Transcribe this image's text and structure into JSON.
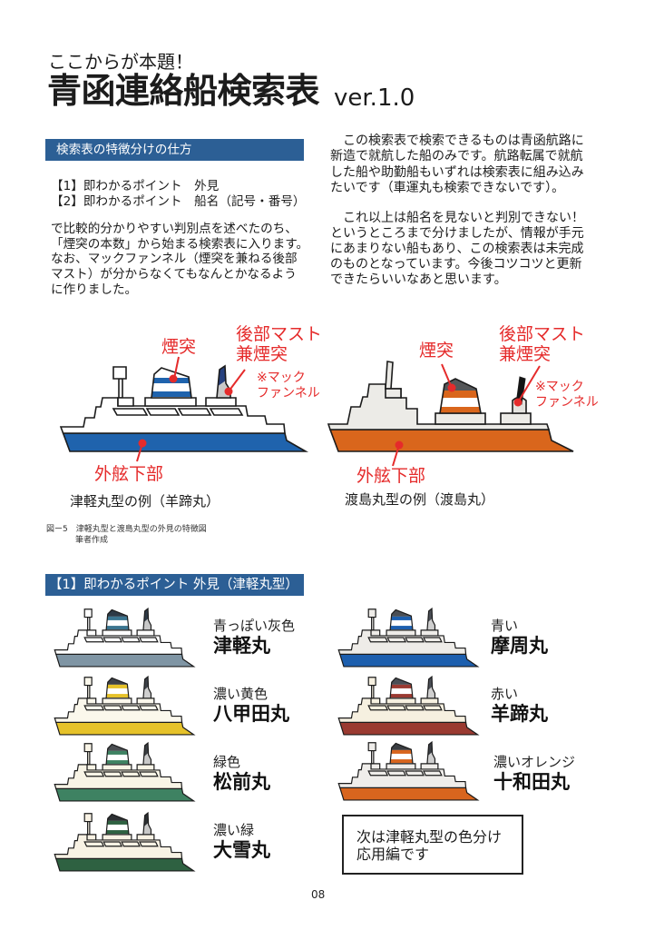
{
  "header": {
    "kicker": "ここからが本題！",
    "title": "青函連絡船検索表",
    "version": "ver.1.0"
  },
  "section1": {
    "heading": "検索表の特徴分けの仕方",
    "points": [
      "【1】即わかるポイント　外見",
      "【2】即わかるポイント　船名（記号・番号）"
    ],
    "body_lines": [
      "で比較的分かりやすい判別点を述べたのち、",
      "「煙突の本数」から始まる検索表に入ります。",
      "なお、マックファンネル（煙突を兼ねる後部",
      "マスト）が分からなくてもなんとかなるよう",
      "に作りました。"
    ]
  },
  "intro": {
    "para1_lines": [
      "　この検索表で検索できるものは青函航路に",
      "新造で就航した船のみです。航路転属で就航",
      "した船や助勤船もいずれは検索表に組み込み",
      "たいです（車運丸も検索できないです）。"
    ],
    "para2_lines": [
      "　これ以上は船名を見ないと判別できない！",
      "というところまで分けましたが、情報が手元",
      "にあまりない船もあり、この検索表は未完成",
      "のものとなっています。今後コツコツと更新",
      "できたらいいなあと思います。"
    ]
  },
  "figure": {
    "annotation_color": "#e52b2b",
    "tsugaru_example": {
      "funnel_label": "煙突",
      "mack_label_lines": [
        "後部マスト",
        "兼煙突"
      ],
      "mack_note_lines": [
        "※マック",
        "ファンネル"
      ],
      "hull_label": "外舷下部",
      "caption": "津軽丸型の例（羊蹄丸）",
      "colors": {
        "hull": "#1f63ad",
        "body": "#ffffff",
        "stripe": "#1f63ad",
        "funnel_top": "#ffffff",
        "funnel_white": "#ffffff",
        "mack_top": "#27417f",
        "mack_low": "#c9c9c9"
      }
    },
    "watarishima_example": {
      "funnel_label": "煙突",
      "mack_label_lines": [
        "後部マスト",
        "兼煙突"
      ],
      "mack_note_lines": [
        "※マック",
        "ファンネル"
      ],
      "hull_label": "外舷下部",
      "caption": "渡島丸型の例（渡島丸）",
      "colors": {
        "hull": "#d9661c",
        "body": "#ecebe7",
        "stripe": "#d9661c",
        "funnel_top": "#555759",
        "funnel_white": "#ffffff",
        "mack_pole": "#141414",
        "mack_low": "#e4e3df"
      }
    },
    "caption_lines": [
      "図ー5　津軽丸型と渡島丸型の外見の特徴図",
      "筆者作成"
    ]
  },
  "section2": {
    "heading": "【1】即わかるポイント 外見（津軽丸型）",
    "ships": [
      {
        "color_label": "青っぽい灰色",
        "name": "津軽丸",
        "colors": {
          "hull": "#7f95a4",
          "body": "#ffffff",
          "stripe": "#3b7590",
          "funnel_top": "#2e3a46",
          "funnel_white": "#ffffff",
          "mack_top": "#2e3a46",
          "mack_low": "#c8c8c8"
        }
      },
      {
        "color_label": "濃い黄色",
        "name": "八甲田丸",
        "colors": {
          "hull": "#e6c22a",
          "body": "#fbf8ec",
          "stripe": "#e6c22a",
          "funnel_top": "#3d4148",
          "funnel_white": "#ffffff",
          "mack_top": "#3d4148",
          "mack_low": "#cfcfcf"
        }
      },
      {
        "color_label": "緑色",
        "name": "松前丸",
        "colors": {
          "hull": "#3e8262",
          "body": "#f8f4e6",
          "stripe": "#3e8262",
          "funnel_top": "#4a4e52",
          "funnel_white": "#ffffff",
          "mack_top": "#3a3e42",
          "mack_low": "#c8c8c8"
        }
      },
      {
        "color_label": "濃い緑",
        "name": "大雪丸",
        "colors": {
          "hull": "#2e6141",
          "body": "#f8f2e4",
          "stripe": "#2e6141",
          "funnel_top": "#2c3033",
          "funnel_white": "#ffffff",
          "mack_top": "#2c3033",
          "mack_low": "#c8c8c8"
        }
      },
      {
        "color_label": "青い",
        "name": "摩周丸",
        "colors": {
          "hull": "#1d5fae",
          "body": "#eeece8",
          "stripe": "#1d5fae",
          "funnel_top": "#4a4e55",
          "funnel_white": "#ffffff",
          "mack_top": "#4a4e55",
          "mack_low": "#cfcfcf"
        }
      },
      {
        "color_label": "赤い",
        "name": "羊蹄丸",
        "colors": {
          "hull": "#9a3a31",
          "body": "#f6f0e0",
          "stripe": "#9a3a31",
          "funnel_top": "#4a4e55",
          "funnel_white": "#ffffff",
          "mack_top": "#4a4e55",
          "mack_low": "#cfcfcf"
        }
      },
      {
        "color_label": "濃いオレンジ",
        "name": "十和田丸",
        "colors": {
          "hull": "#d8651e",
          "body": "#efedea",
          "stripe": "#d8651e",
          "funnel_top": "#3a3d42",
          "funnel_white": "#ffffff",
          "mack_top": "#3a3d42",
          "mack_low": "#cfcfcf"
        }
      }
    ],
    "note_lines": [
      "次は津軽丸型の色分け",
      "応用編です"
    ]
  },
  "footer": {
    "page_number": "08"
  }
}
